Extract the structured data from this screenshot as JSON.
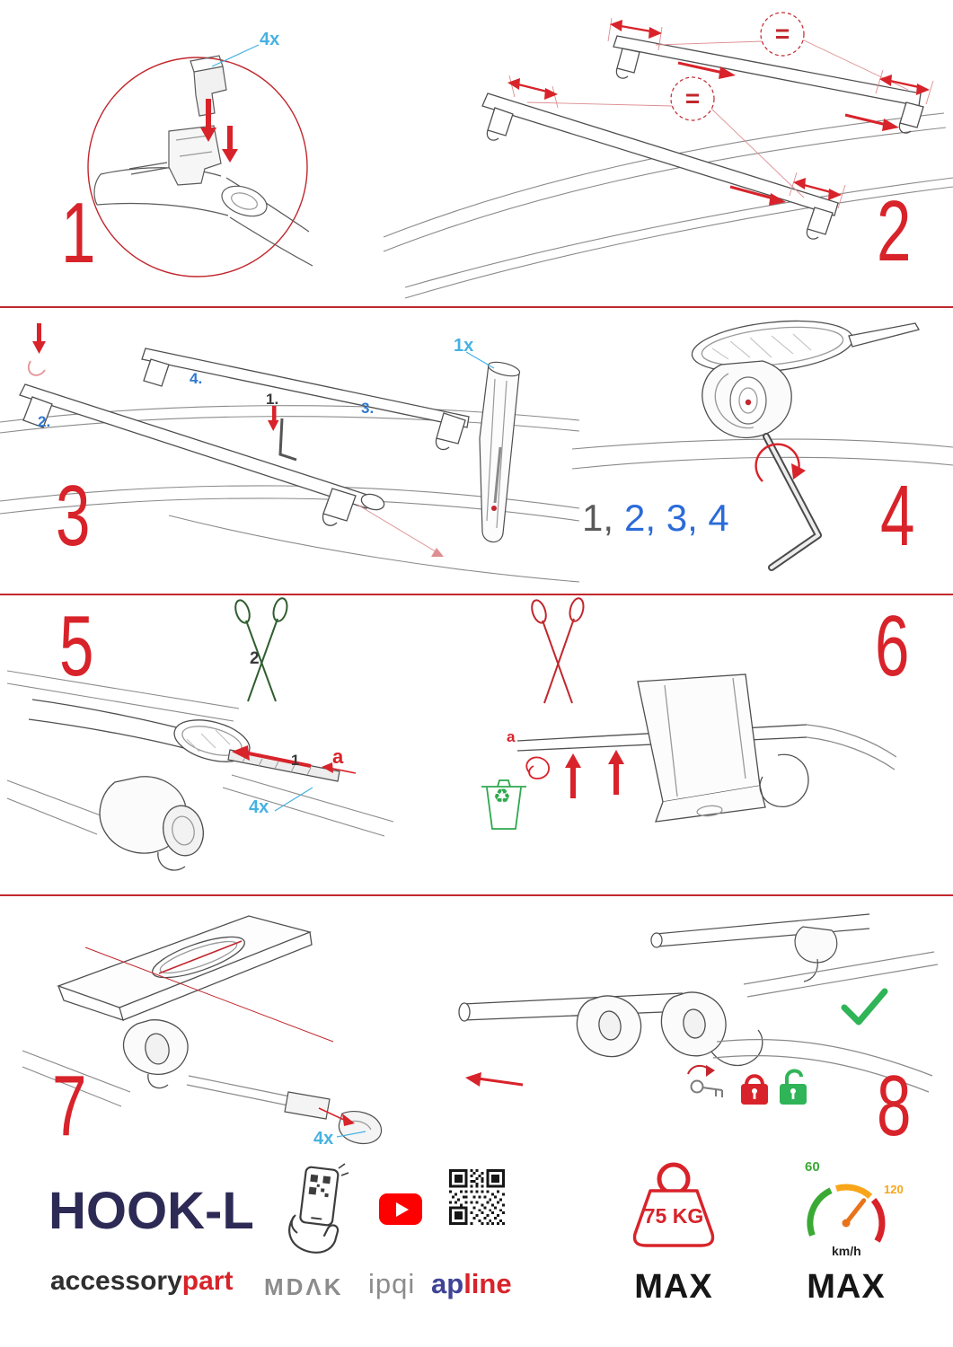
{
  "colors": {
    "step_red": "#d8232a",
    "line_red": "#c1272d",
    "qty_blue": "#45b2e2",
    "label_blue": "#2f79cf",
    "sequence_blue": "#2b6bd9",
    "check_green": "#2fb457",
    "bin_green": "#2fa84f",
    "brand_navy": "#2d2a55",
    "logo_gray": "#8c8c8c",
    "youtube_red": "#ff0000",
    "gauge_green": "#3aaa35",
    "gauge_yellow": "#f9a51a",
    "needle_orange": "#e8731a"
  },
  "icons": {
    "recycle": "♻"
  },
  "steps": {
    "one": {
      "num": "1",
      "qty": "4x"
    },
    "two": {
      "num": "2",
      "equal": "="
    },
    "three": {
      "num": "3",
      "label_1": "1.",
      "label_2": "2.",
      "label_3": "3.",
      "label_4": "4.",
      "qty": "1x"
    },
    "four": {
      "num": "4",
      "seq_done": "1,",
      "seq_todo": "2, 3, 4"
    },
    "five": {
      "num": "5",
      "label_1": "1",
      "label_2": "2",
      "label_a": "a",
      "qty": "4x"
    },
    "six": {
      "num": "6",
      "label_a": "a"
    },
    "seven": {
      "num": "7",
      "qty": "4x"
    },
    "eight": {
      "num": "8"
    }
  },
  "footer": {
    "product": "HOOK-L",
    "brand_prefix": "accessory",
    "brand_suffix": "part",
    "logo_mdak": "MDΛK",
    "logo_ipqi": "ipqi",
    "logo_ap": "ap",
    "logo_line": "line",
    "weight_value": "75 KG",
    "weight_max_label": "MAX",
    "speed_tick_low": "60",
    "speed_tick_high": "120",
    "speed_unit": "km/h",
    "speed_max_label": "MAX"
  }
}
